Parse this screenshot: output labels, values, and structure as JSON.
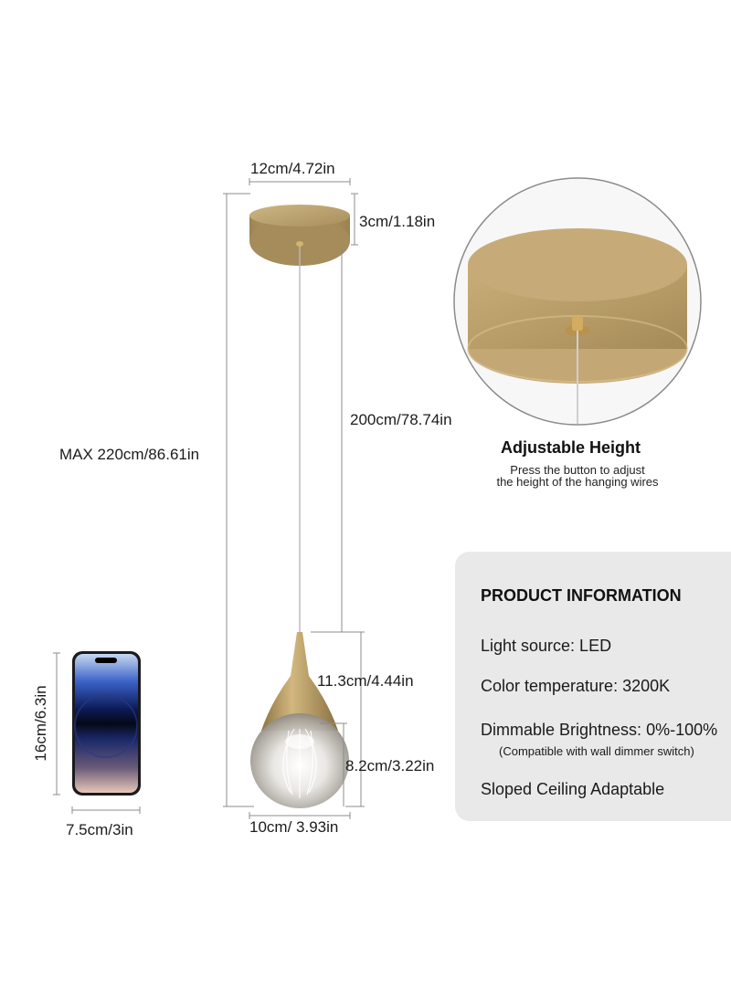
{
  "dimensions": {
    "canopy_width": "12cm/4.72in",
    "canopy_height": "3cm/1.18in",
    "cable_length": "200cm/78.74in",
    "max_height": "MAX 220cm/86.61in",
    "shade_height": "11.3cm/4.44in",
    "globe_height": "8.2cm/3.22in",
    "shade_width": "10cm/ 3.93in",
    "phone_height": "16cm/6.3in",
    "phone_width": "7.5cm/3in"
  },
  "detail": {
    "title": "Adjustable Height",
    "line1": "Press the button to adjust",
    "line2": "the height of the hanging wires"
  },
  "info": {
    "heading": "PRODUCT INFORMATION",
    "light_source": "Light source: LED",
    "color_temperature": "Color temperature: 3200K",
    "dimmable": "Dimmable Brightness: 0%-100%",
    "dimmable_note": "(Compatible with wall dimmer switch)",
    "sloped": "Sloped Ceiling Adaptable"
  },
  "colors": {
    "brass": "#b89d6a",
    "panel": "#e9e9ea"
  }
}
